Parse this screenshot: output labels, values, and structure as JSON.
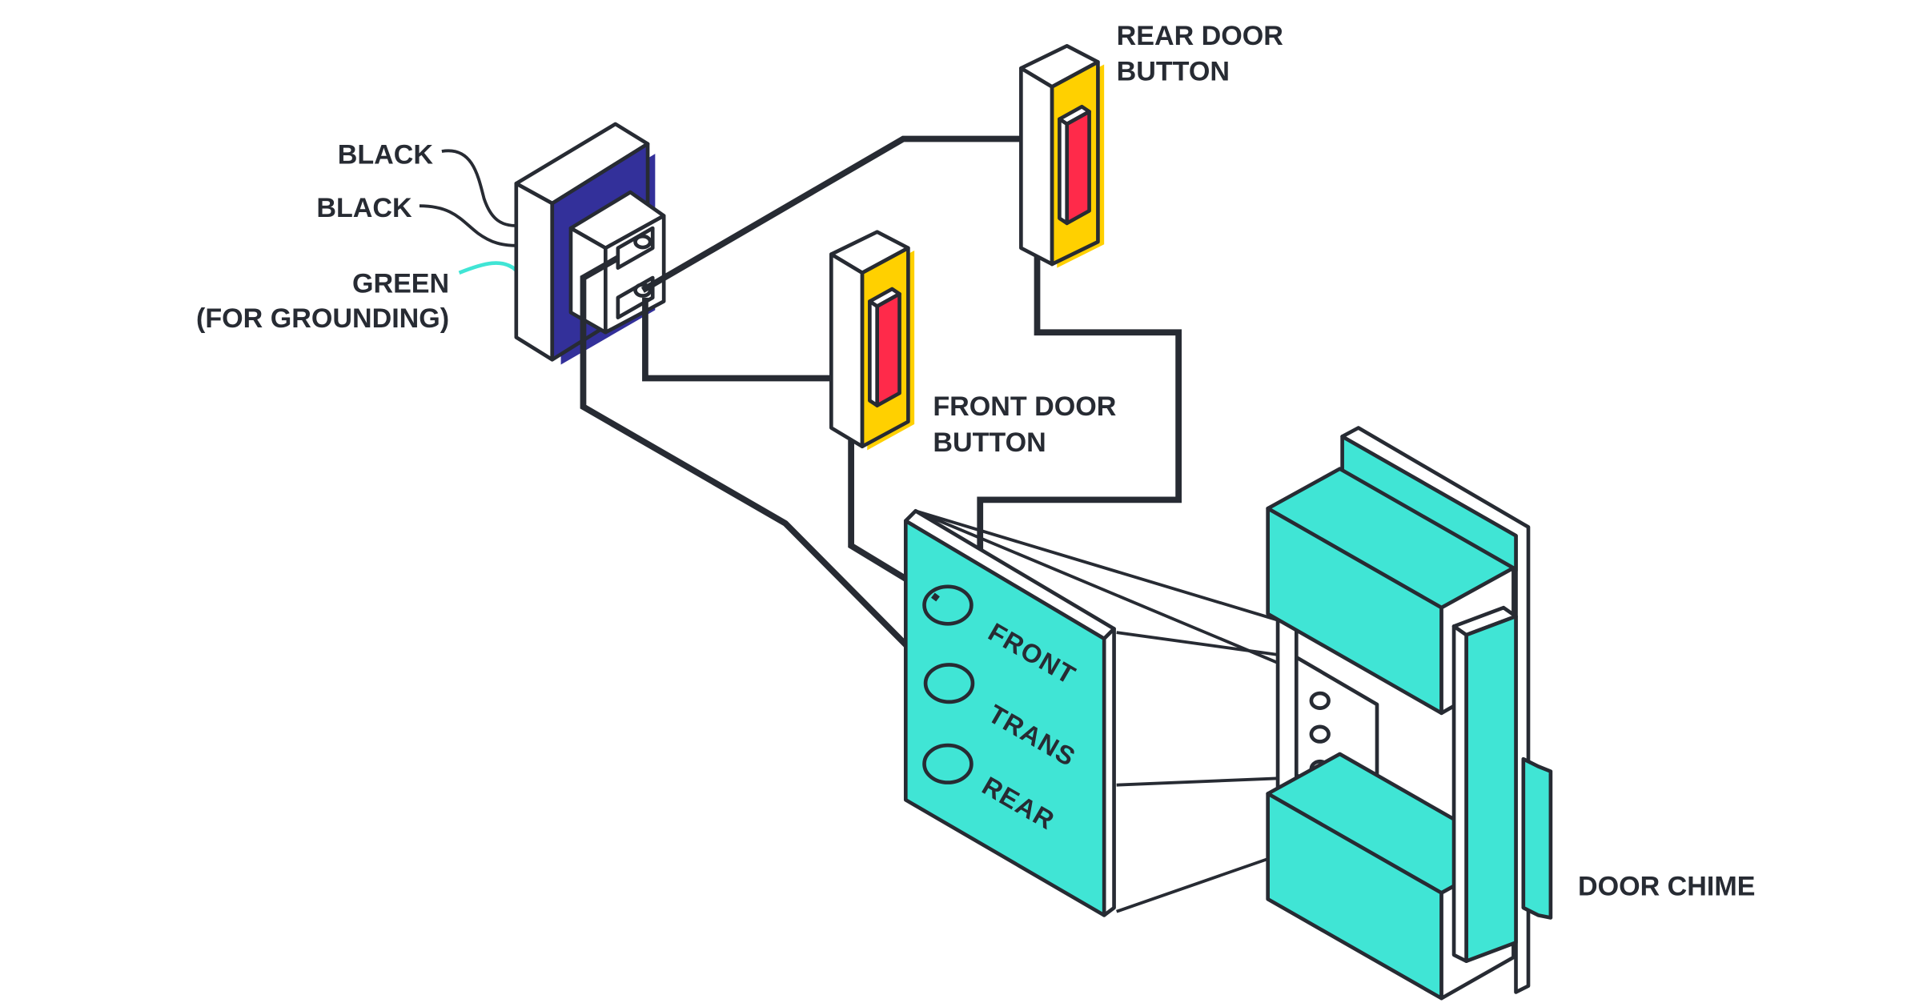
{
  "labels": {
    "black_1": "BLACK",
    "black_2": "BLACK",
    "green_line1": "GREEN",
    "green_line2": "(FOR GROUNDING)",
    "rear_button_line1": "REAR DOOR",
    "rear_button_line2": "BUTTON",
    "front_button_line1": "FRONT DOOR",
    "front_button_line2": "BUTTON",
    "door_chime": "DOOR CHIME"
  },
  "chime_terminals": {
    "front": "FRONT",
    "trans": "TRANS",
    "rear": "REAR"
  },
  "colors": {
    "transformer": "#33309a",
    "button": "#ffd000",
    "button_slot": "#ff2a4a",
    "chime": "#40e5d5",
    "ground_wire": "#40e5d5",
    "wire": "#272b33"
  }
}
